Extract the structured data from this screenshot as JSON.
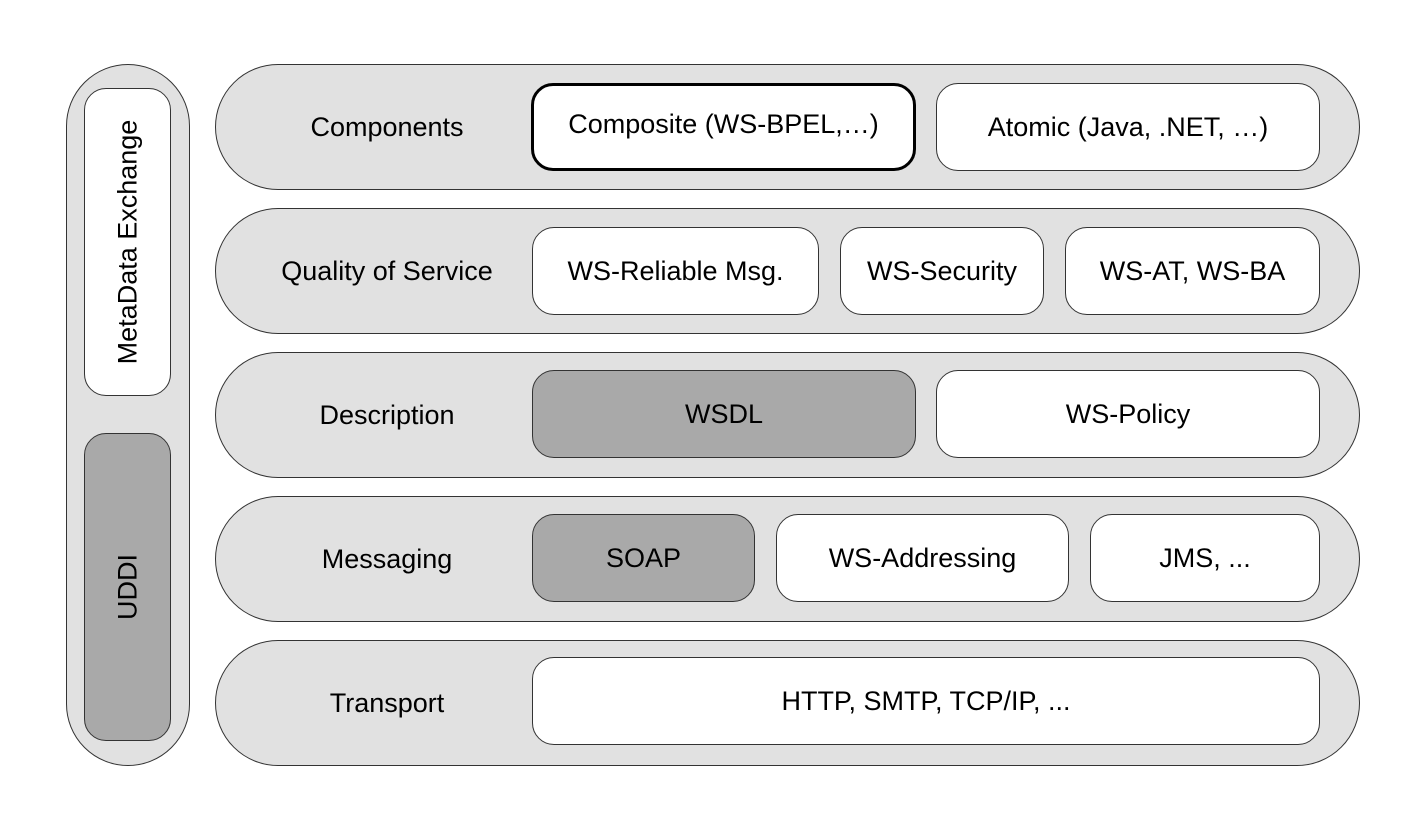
{
  "side": {
    "metadata_exchange": "MetaData Exchange",
    "uddi": "UDDI"
  },
  "layers": {
    "components": {
      "label": "Components",
      "composite": "Composite (WS-BPEL,…)",
      "atomic": "Atomic (Java, .NET, …)"
    },
    "quality_of_service": {
      "label": "Quality of Service",
      "reliable_msg": "WS-Reliable Msg.",
      "security": "WS-Security",
      "at_ba": "WS-AT, WS-BA"
    },
    "description": {
      "label": "Description",
      "wsdl": "WSDL",
      "policy": "WS-Policy"
    },
    "messaging": {
      "label": "Messaging",
      "soap": "SOAP",
      "addressing": "WS-Addressing",
      "jms": "JMS, ..."
    },
    "transport": {
      "label": "Transport",
      "protocols": "HTTP, SMTP, TCP/IP, ..."
    }
  },
  "colors": {
    "layer_fill": "#e1e1e1",
    "box_fill": "#ffffff",
    "highlight_fill": "#a9a9a9"
  }
}
